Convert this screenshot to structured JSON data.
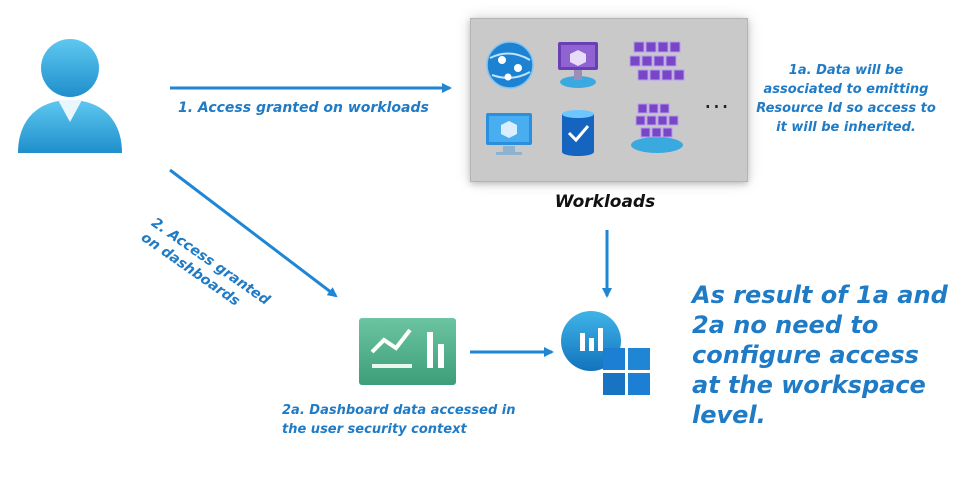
{
  "labels": {
    "access_workloads": "1. Access granted on workloads",
    "access_dashboards_line1": "2. Access granted",
    "access_dashboards_line2": "on dashboards",
    "note_1a": "1a. Data will be associated to emitting Resource Id so access to it will be inherited.",
    "note_2a": "2a. Dashboard data accessed in the user security context",
    "workloads_title": "Workloads",
    "result": "As result of 1a and 2a no need to configure access at the workspace level.",
    "ellipsis": "..."
  },
  "icons": {
    "user": "user-icon",
    "app_service": "app-service-icon",
    "vm_scale": "virtual-machine-icon",
    "aks": "kubernetes-cluster-icon",
    "vm": "monitor-vm-icon",
    "storage": "sql-database-icon",
    "aks_cluster": "kubernetes-service-icon",
    "dashboard": "dashboard-icon",
    "workspace": "log-analytics-workspace-icon"
  },
  "colors": {
    "accent": "#1f7bc6",
    "arrow": "#1f86d6",
    "panel": "#c9c9c9",
    "dashboard_green": "#5fb593",
    "user_blue": "#35a7dd"
  }
}
